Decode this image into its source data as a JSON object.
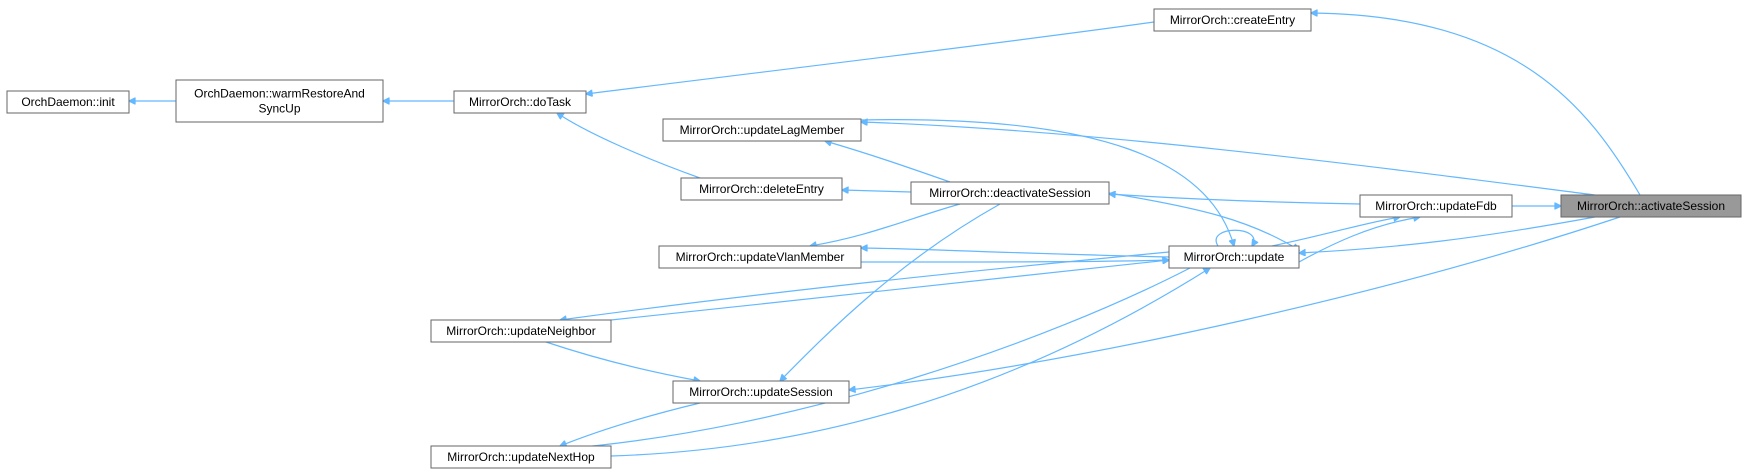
{
  "graph": {
    "edge_color": "#63b8ff",
    "focus_fill": "#999999",
    "nodes": {
      "init": {
        "label": "OrchDaemon::init"
      },
      "warm": {
        "label": "OrchDaemon::warmRestoreAndSyncUp",
        "lines": [
          "OrchDaemon::warmRestoreAnd",
          "SyncUp"
        ]
      },
      "doTask": {
        "label": "MirrorOrch::doTask"
      },
      "createEntry": {
        "label": "MirrorOrch::createEntry"
      },
      "updateLagMember": {
        "label": "MirrorOrch::updateLagMember"
      },
      "deleteEntry": {
        "label": "MirrorOrch::deleteEntry"
      },
      "deactivateSession": {
        "label": "MirrorOrch::deactivateSession"
      },
      "updateVlanMember": {
        "label": "MirrorOrch::updateVlanMember"
      },
      "update": {
        "label": "MirrorOrch::update"
      },
      "updateNeighbor": {
        "label": "MirrorOrch::updateNeighbor"
      },
      "updateSession": {
        "label": "MirrorOrch::updateSession"
      },
      "updateNextHop": {
        "label": "MirrorOrch::updateNextHop"
      },
      "updateFdb": {
        "label": "MirrorOrch::updateFdb"
      },
      "activateSession": {
        "label": "MirrorOrch::activateSession"
      }
    },
    "edges": [
      [
        "warm",
        "init"
      ],
      [
        "doTask",
        "warm"
      ],
      [
        "createEntry",
        "doTask"
      ],
      [
        "activateSession",
        "createEntry"
      ],
      [
        "deleteEntry",
        "doTask"
      ],
      [
        "activateSession",
        "updateLagMember"
      ],
      [
        "deactivateSession",
        "deleteEntry"
      ],
      [
        "deactivateSession",
        "updateLagMember"
      ],
      [
        "deactivateSession",
        "updateVlanMember"
      ],
      [
        "deactivateSession",
        "updateSession"
      ],
      [
        "deactivateSession",
        "updateFdb"
      ],
      [
        "activateSession",
        "updateFdb"
      ],
      [
        "activateSession",
        "update"
      ],
      [
        "activateSession",
        "updateSession"
      ],
      [
        "update",
        "deactivateSession"
      ],
      [
        "update",
        "updateLagMember"
      ],
      [
        "update",
        "updateVlanMember"
      ],
      [
        "update",
        "updateNeighbor"
      ],
      [
        "update",
        "updateNextHop"
      ],
      [
        "update",
        "updateFdb"
      ],
      [
        "update",
        "update"
      ],
      [
        "updateFdb",
        "update"
      ],
      [
        "updateSession",
        "updateNeighbor"
      ],
      [
        "updateSession",
        "updateNextHop"
      ],
      [
        "updateVlanMember",
        "update"
      ],
      [
        "updateNeighbor",
        "update"
      ],
      [
        "updateNextHop",
        "update"
      ]
    ]
  }
}
